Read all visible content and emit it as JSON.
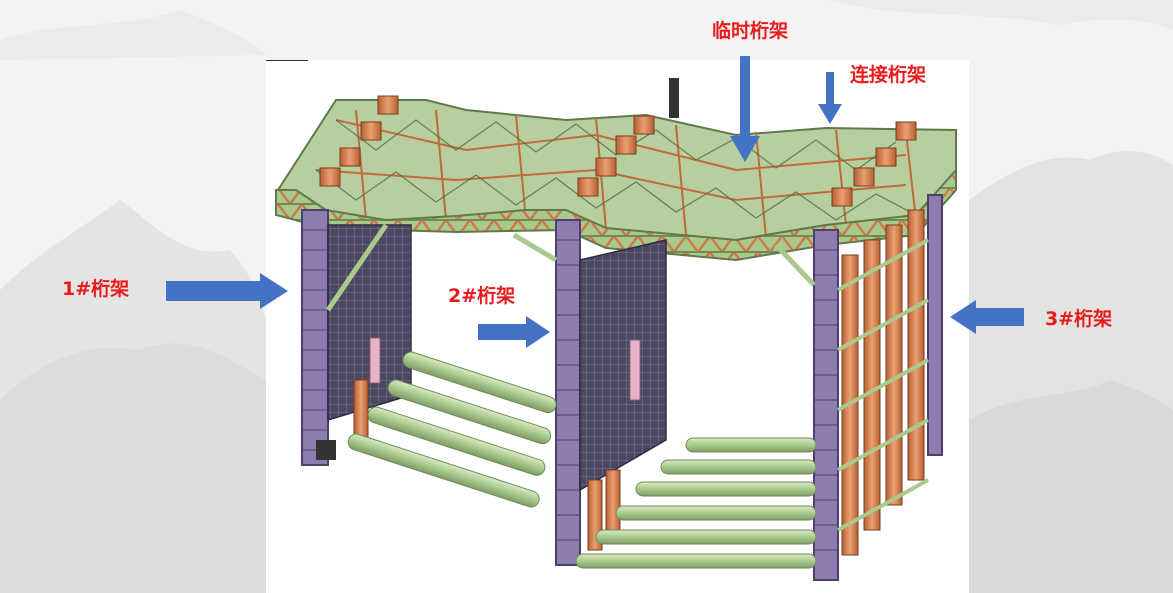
{
  "labels": {
    "truss_1": "1#桁架",
    "truss_2": "2#桁架",
    "truss_3": "3#桁架",
    "temporary_truss": "临时桁架",
    "connecting_truss": "连接桁架"
  },
  "colors": {
    "label_red": "#ea1b1b",
    "arrow_blue": "#4472c4",
    "truss_green": "#a9c98d",
    "member_orange": "#d98a5a",
    "frame_purple": "#7d6a9e",
    "panel_dark": "#4a4760"
  }
}
